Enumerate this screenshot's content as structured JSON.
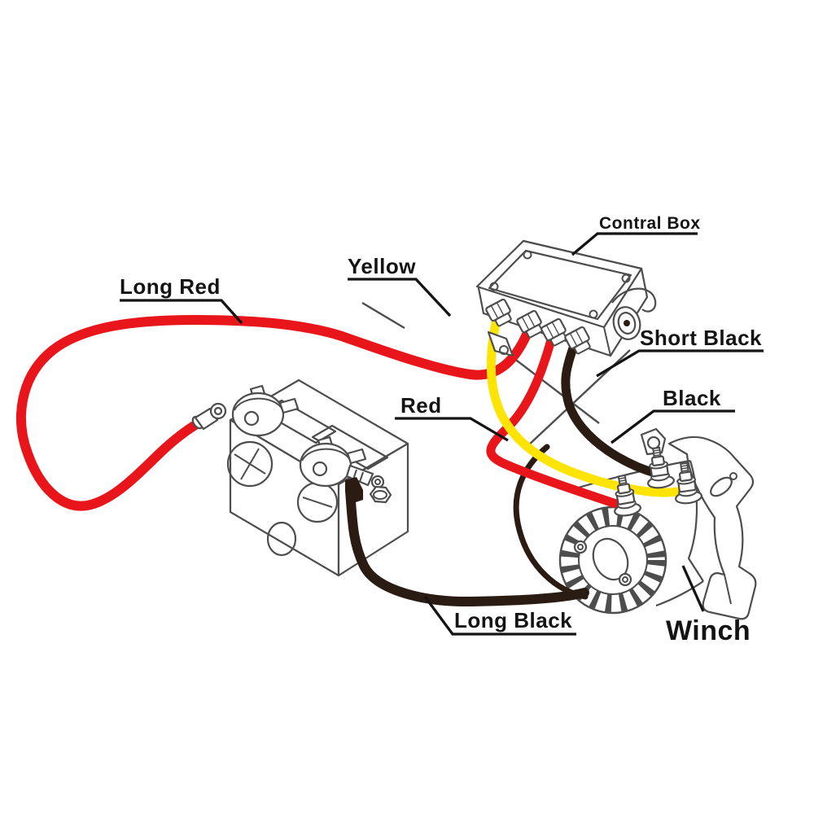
{
  "diagram": {
    "type": "winch-wiring-diagram",
    "background": "#ffffff",
    "colors": {
      "red_wire": "#e8151b",
      "yellow_wire": "#fde404",
      "black_wire": "#2a1c12",
      "outline": "#4d4d4d",
      "label": "#141414"
    },
    "labels": {
      "control_box": "Contral Box",
      "long_red": "Long Red",
      "yellow": "Yellow",
      "red": "Red",
      "short_black": "Short Black",
      "black": "Black",
      "long_black": "Long Black",
      "winch": "Winch"
    }
  }
}
